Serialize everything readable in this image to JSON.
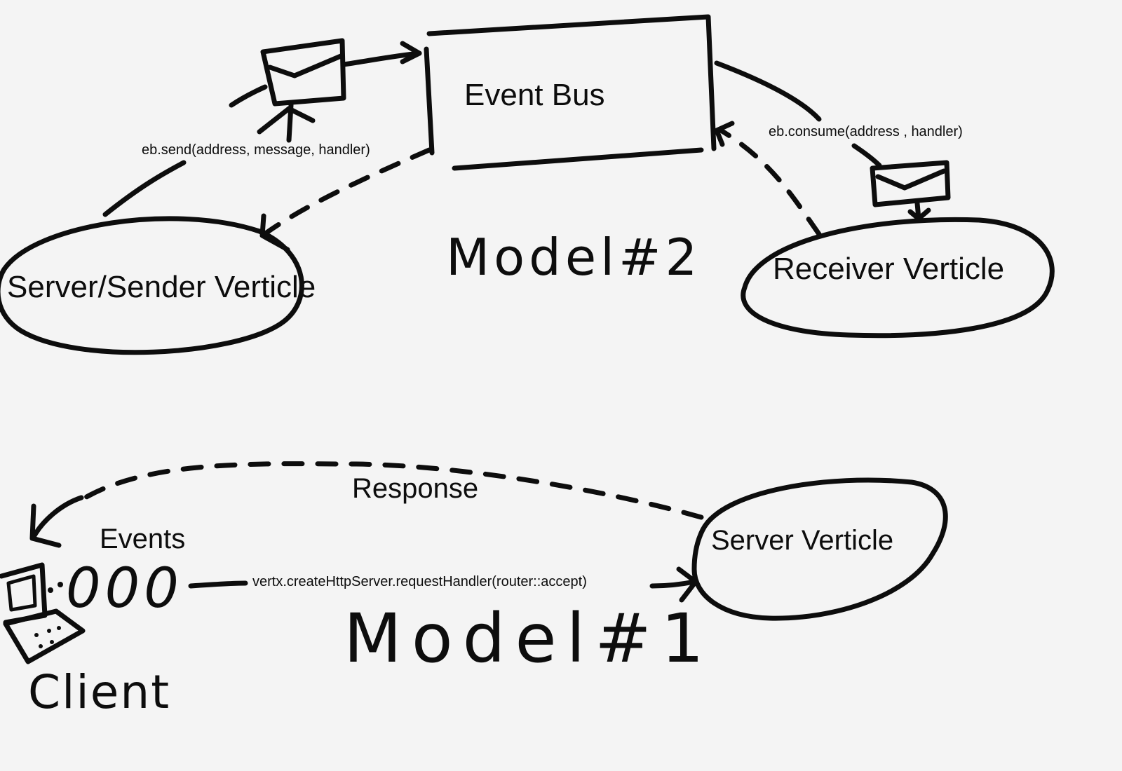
{
  "model2": {
    "bus_label": "Event Bus",
    "sender_label": "Server/Sender Verticle",
    "receiver_label": "Receiver Verticle",
    "send_call": "eb.send(address, message, handler)",
    "consume_call": "eb.consume(address , handler)",
    "model_title": "Model#2"
  },
  "model1": {
    "response_label": "Response",
    "events_label": "Events",
    "server_label": "Server Verticle",
    "request_call": "vertx.createHttpServer.requestHandler(router::accept)",
    "client_label": "Client",
    "events_dots": "000",
    "model_title": "Model#1"
  },
  "icons": [
    "envelope-icon",
    "envelope-icon",
    "laptop-icon"
  ],
  "colors": {
    "ink": "#0d0d0d",
    "paper": "#f4f4f4"
  }
}
